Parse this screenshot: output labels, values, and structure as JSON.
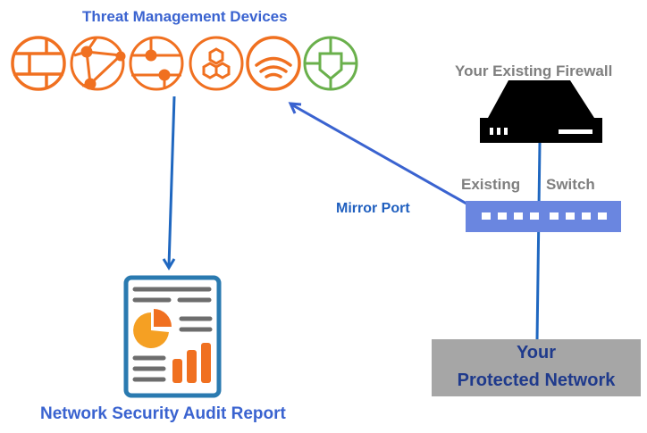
{
  "diagram": {
    "threat_devices": {
      "title": "Threat Management Devices",
      "icons": [
        {
          "name": "firewall-brick-icon",
          "color": "#f07020"
        },
        {
          "name": "network-globe-icon",
          "color": "#f07020"
        },
        {
          "name": "circuit-nodes-icon",
          "color": "#f07020"
        },
        {
          "name": "hexagon-cluster-icon",
          "color": "#f07020"
        },
        {
          "name": "wifi-signal-icon",
          "color": "#f07020"
        },
        {
          "name": "shield-crosshair-icon",
          "color": "#6ab04c"
        }
      ]
    },
    "firewall": {
      "label": "Your Existing Firewall",
      "icon": "firewall-appliance-icon"
    },
    "switch": {
      "label_left": "Existing",
      "label_right": "Switch",
      "port_count": 8,
      "color": "#6a86e0"
    },
    "mirror_port": {
      "label": "Mirror Port"
    },
    "protected_network": {
      "line1": "Your",
      "line2": "Protected Network"
    },
    "report": {
      "label": "Network Security Audit Report",
      "icon": "audit-report-document-icon"
    },
    "colors": {
      "arrow_blue": "#1f67c0",
      "mirror_arrow_blue": "#3a63d0",
      "orange": "#f07020",
      "green": "#6ab04c",
      "report_frame": "#2a7ab0"
    }
  }
}
